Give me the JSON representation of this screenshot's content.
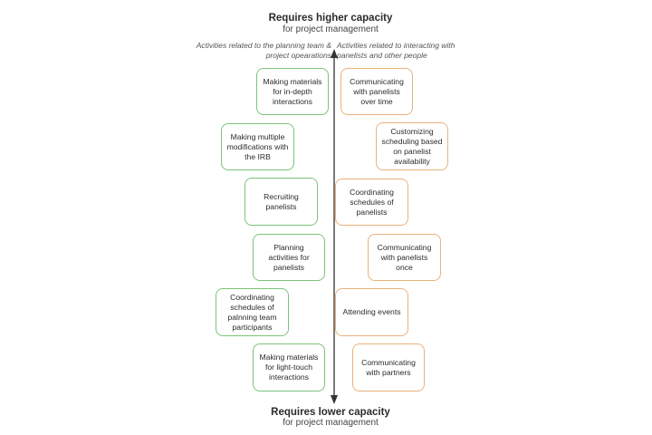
{
  "top_label": {
    "title": "Requires higher capacity",
    "subtitle": "for project management"
  },
  "bottom_label": {
    "title": "Requires lower capacity",
    "subtitle": "for project management"
  },
  "left_column": {
    "heading": "Activities related to the planning team & project opearations",
    "color": "#7cc47a",
    "items": [
      "Making materials for in-depth interactions",
      "Making multiple modifications with the IRB",
      "Recruiting panelists",
      "Planning activities for panelists",
      "Coordinating schedules of palnning team participants",
      "Making materials for light-touch interactions"
    ]
  },
  "right_column": {
    "heading": "Activities related to interacting with panelists and other people",
    "color": "#e9b27c",
    "items": [
      "Communicating with panelists over time",
      "Customizing scheduling based on panelist availability",
      "Coordinating schedules of panelists",
      "Communicating with panelists once",
      "Attending events",
      "Communicating with partners"
    ]
  },
  "axis_color": "#333333"
}
